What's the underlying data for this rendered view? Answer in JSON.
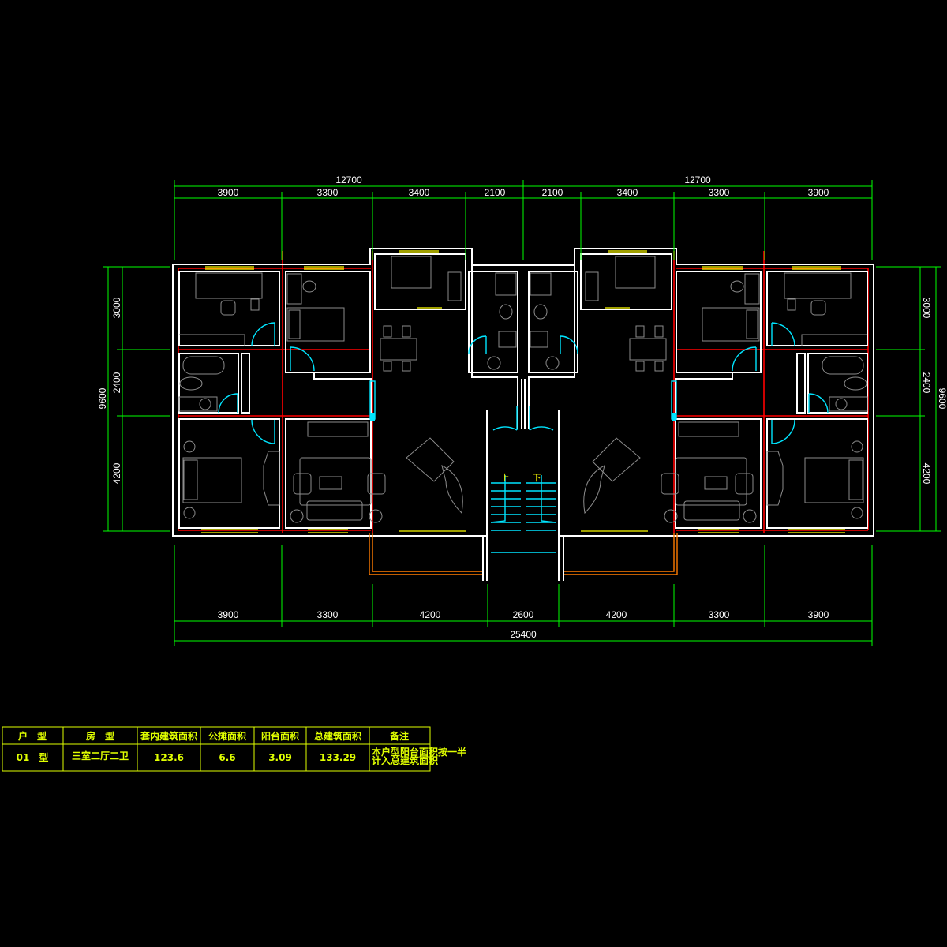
{
  "dimensions": {
    "top_total": [
      "12700",
      "12700"
    ],
    "top_parts": [
      "3900",
      "3300",
      "3400",
      "2100",
      "2100",
      "3400",
      "3300",
      "3900"
    ],
    "bottom_parts": [
      "3900",
      "3300",
      "4200",
      "2600",
      "4200",
      "3300",
      "3900"
    ],
    "bottom_total": "25400",
    "left_parts": [
      "3000",
      "2400",
      "4200"
    ],
    "left_total": "9600",
    "right_parts": [
      "3000",
      "2400",
      "4200"
    ],
    "right_total": "9600"
  },
  "stair": {
    "up": "上",
    "down": "下"
  },
  "table": {
    "headers": [
      "户　型",
      "房　型",
      "套内建筑面积",
      "公摊面积",
      "阳台面积",
      "总建筑面积",
      "备注"
    ],
    "row": [
      "01　型",
      "三室二厅二卫",
      "123.6",
      "6.6",
      "3.09",
      "133.29"
    ],
    "remark_lines": [
      "本户型阳台面积按一半",
      "计入总建筑面积"
    ]
  },
  "colors": {
    "wall": "#ffffff",
    "axis": "#ff0000",
    "dimension": "#00ff00",
    "door": "#00e5ff",
    "window": "#ffff00",
    "table": "#e0ff00"
  }
}
